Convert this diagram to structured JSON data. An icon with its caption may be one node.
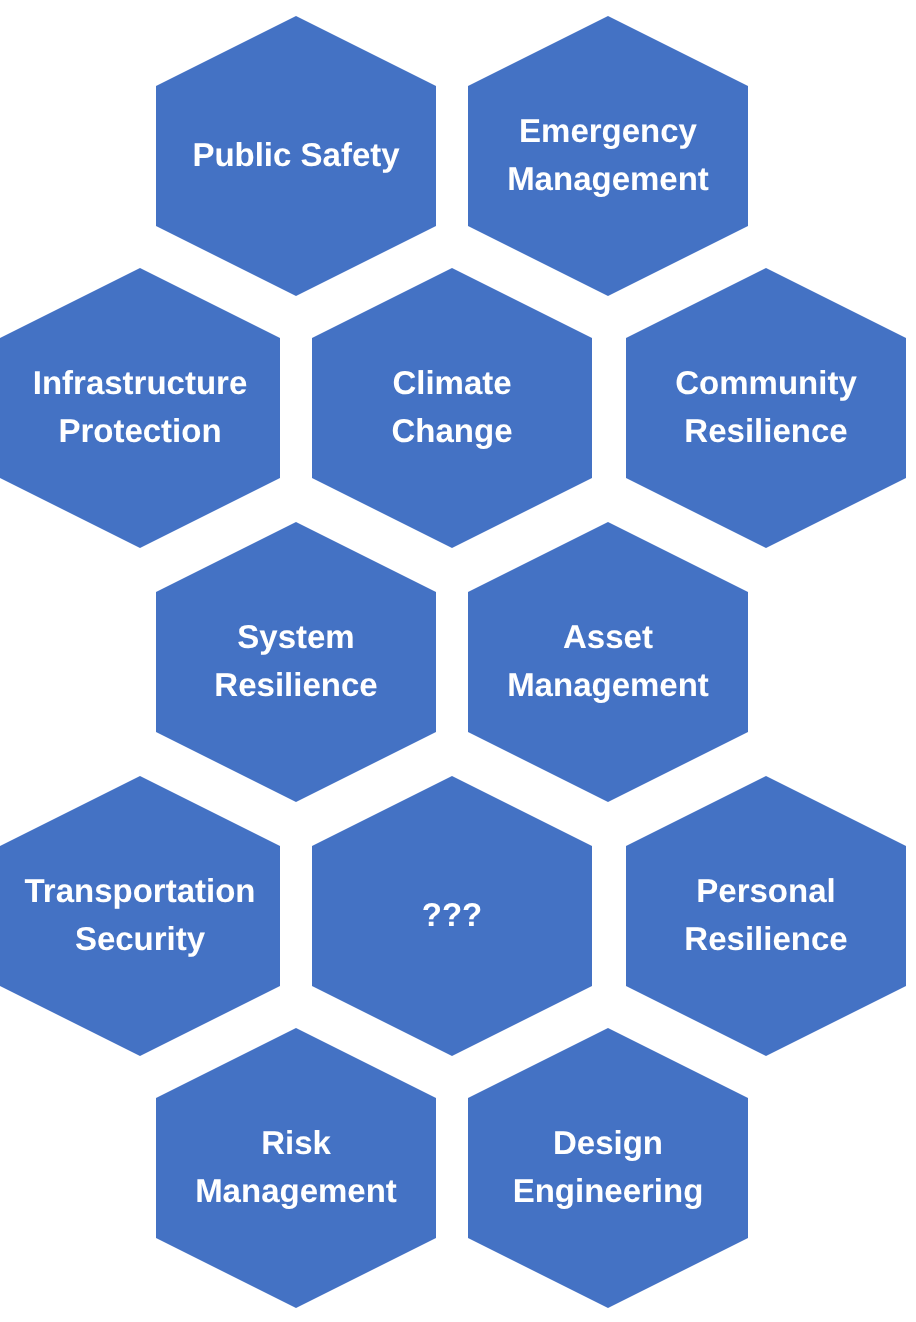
{
  "diagram": {
    "nodes": [
      {
        "text": [
          "Public Safety"
        ]
      },
      {
        "text": [
          "Emergency Management"
        ]
      },
      {
        "text": [
          "Infrastructure Protection"
        ]
      },
      {
        "text": [
          "Climate Change"
        ]
      },
      {
        "text": [
          "Community Resilience"
        ]
      },
      {
        "text": [
          "System Resilience"
        ]
      },
      {
        "text": [
          "Asset Management"
        ]
      },
      {
        "text": [
          "Transportation Security"
        ]
      },
      {
        "text": [
          "???"
        ]
      },
      {
        "text": [
          "Personal Resilience"
        ]
      },
      {
        "text": [
          "Risk Management"
        ]
      },
      {
        "text": [
          "Design Engineering"
        ]
      }
    ]
  }
}
